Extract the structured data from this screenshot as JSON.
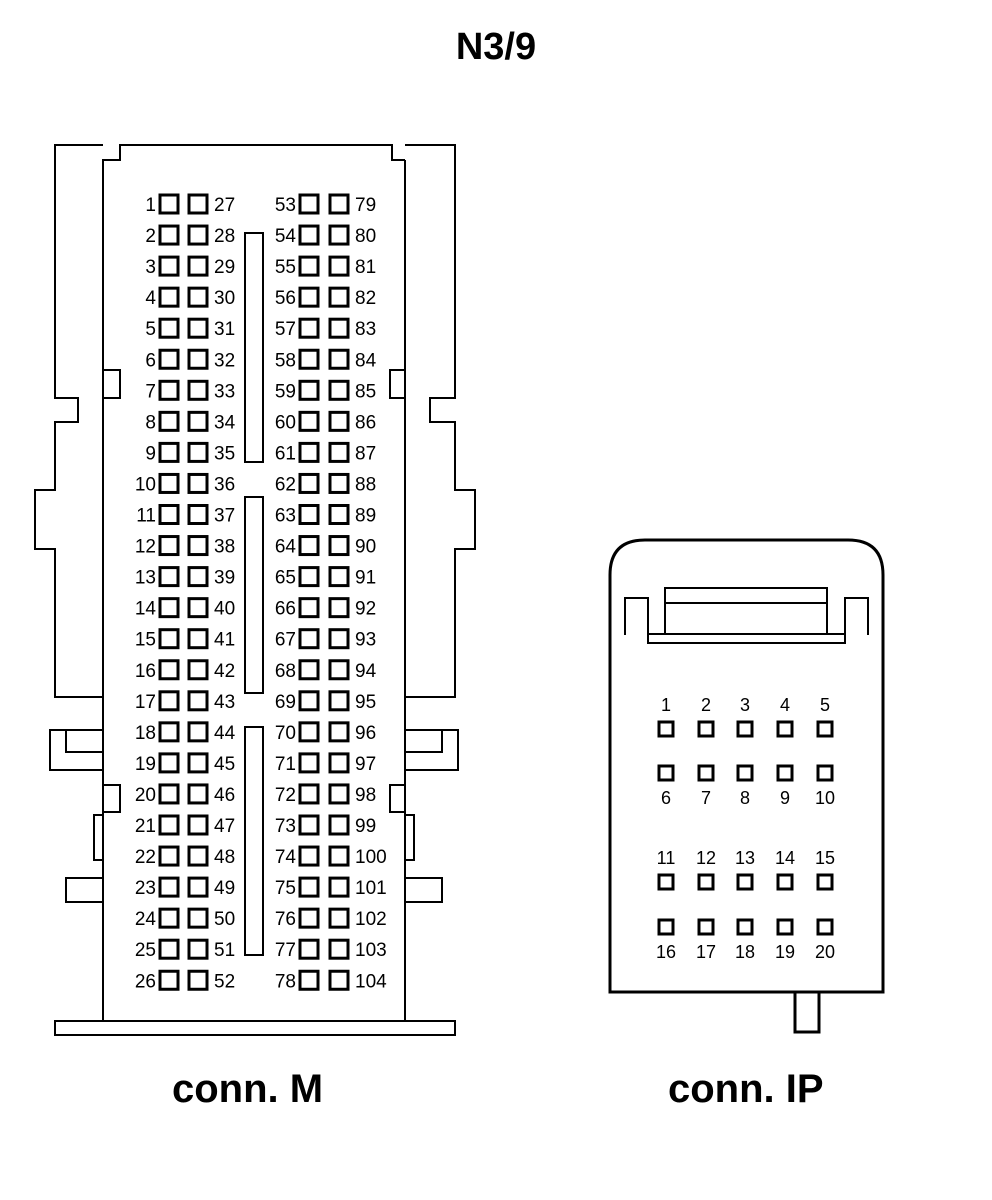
{
  "title": "N3/9",
  "colors": {
    "line": "#000000",
    "background": "#ffffff"
  },
  "connector_m": {
    "caption": "conn. M",
    "pins_start": 1,
    "pins_end": 104,
    "rows": 26,
    "columns": 4
  },
  "connector_ip": {
    "caption": "conn. IP",
    "rows": [
      {
        "labels": [
          "1",
          "2",
          "3",
          "4",
          "5"
        ],
        "label_position": "above"
      },
      {
        "labels": [
          "6",
          "7",
          "8",
          "9",
          "10"
        ],
        "label_position": "below"
      },
      {
        "labels": [
          "11",
          "12",
          "13",
          "14",
          "15"
        ],
        "label_position": "above"
      },
      {
        "labels": [
          "16",
          "17",
          "18",
          "19",
          "20"
        ],
        "label_position": "below"
      }
    ]
  }
}
